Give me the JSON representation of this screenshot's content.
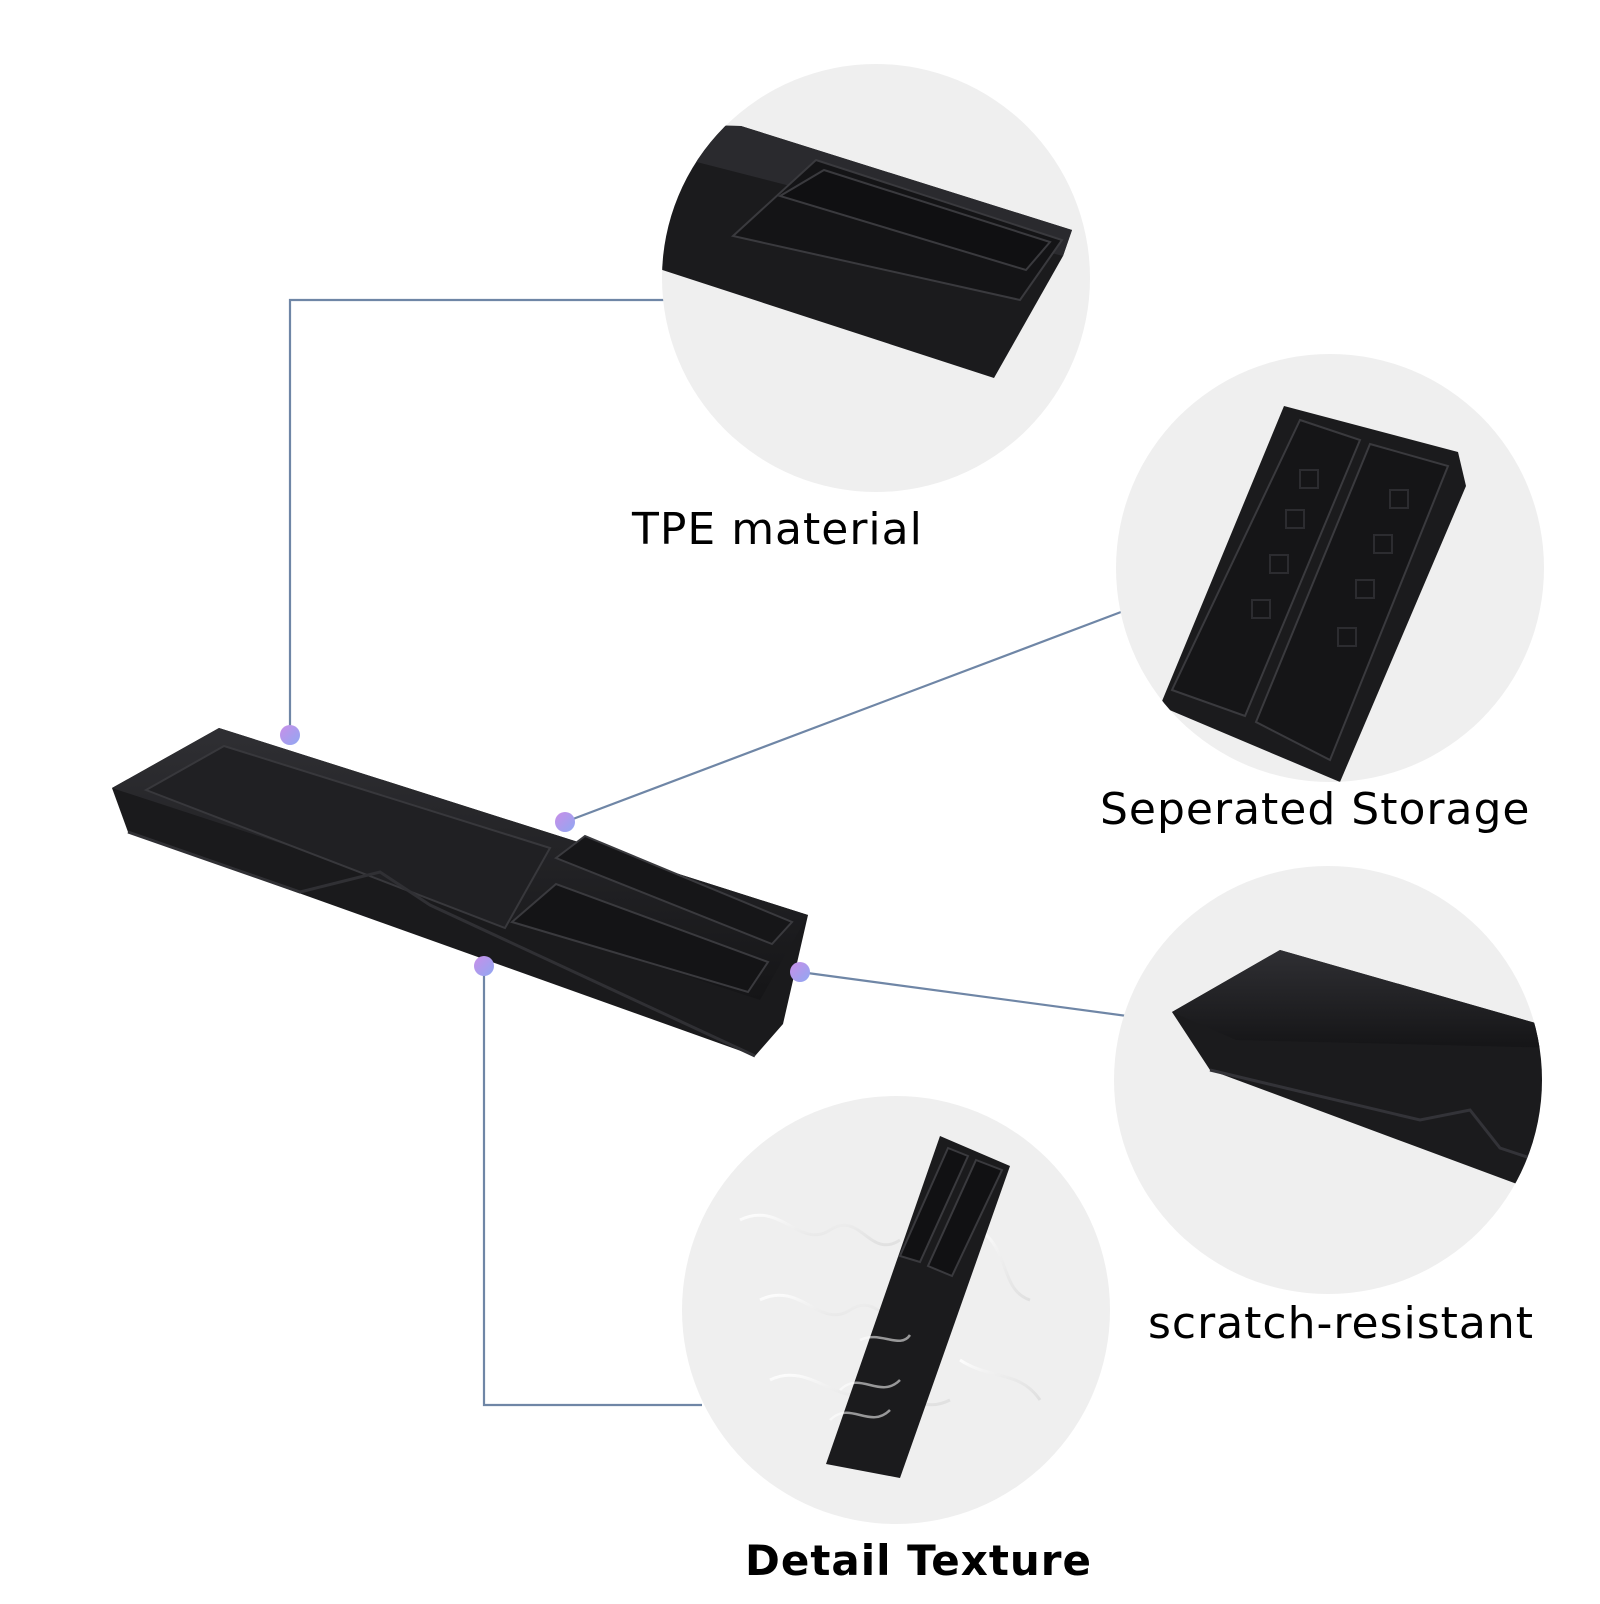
{
  "features": [
    {
      "id": "tpe",
      "label": "TPE material"
    },
    {
      "id": "seperated",
      "label": "Seperated Storage"
    },
    {
      "id": "scratch",
      "label": "scratch-resistant"
    },
    {
      "id": "detail",
      "label": "Detail Texture"
    }
  ],
  "colors": {
    "background": "#ffffff",
    "circle": "#efefef",
    "callout_line": "#6f86a6",
    "product": "#1b1b1d",
    "product_edge": "#2c2c2f",
    "marker_a": "#8fa8f2",
    "marker_b": "#c98ee8"
  }
}
